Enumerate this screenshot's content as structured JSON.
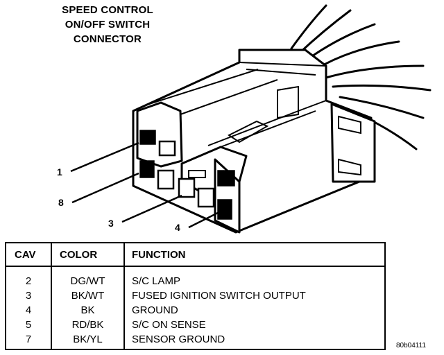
{
  "title": [
    "SPEED CONTROL",
    "ON/OFF SWITCH",
    "CONNECTOR"
  ],
  "callouts": [
    "1",
    "8",
    "3",
    "4"
  ],
  "table": {
    "headers": [
      "CAV",
      "COLOR",
      "FUNCTION"
    ],
    "rows": [
      {
        "cav": "2",
        "color": "DG/WT",
        "function": "S/C LAMP"
      },
      {
        "cav": "3",
        "color": "BK/WT",
        "function": "FUSED IGNITION SWITCH OUTPUT"
      },
      {
        "cav": "4",
        "color": "BK",
        "function": "GROUND"
      },
      {
        "cav": "5",
        "color": "RD/BK",
        "function": "S/C ON SENSE"
      },
      {
        "cav": "7",
        "color": "BK/YL",
        "function": "SENSOR GROUND"
      }
    ]
  },
  "figure_id": "80b04111"
}
